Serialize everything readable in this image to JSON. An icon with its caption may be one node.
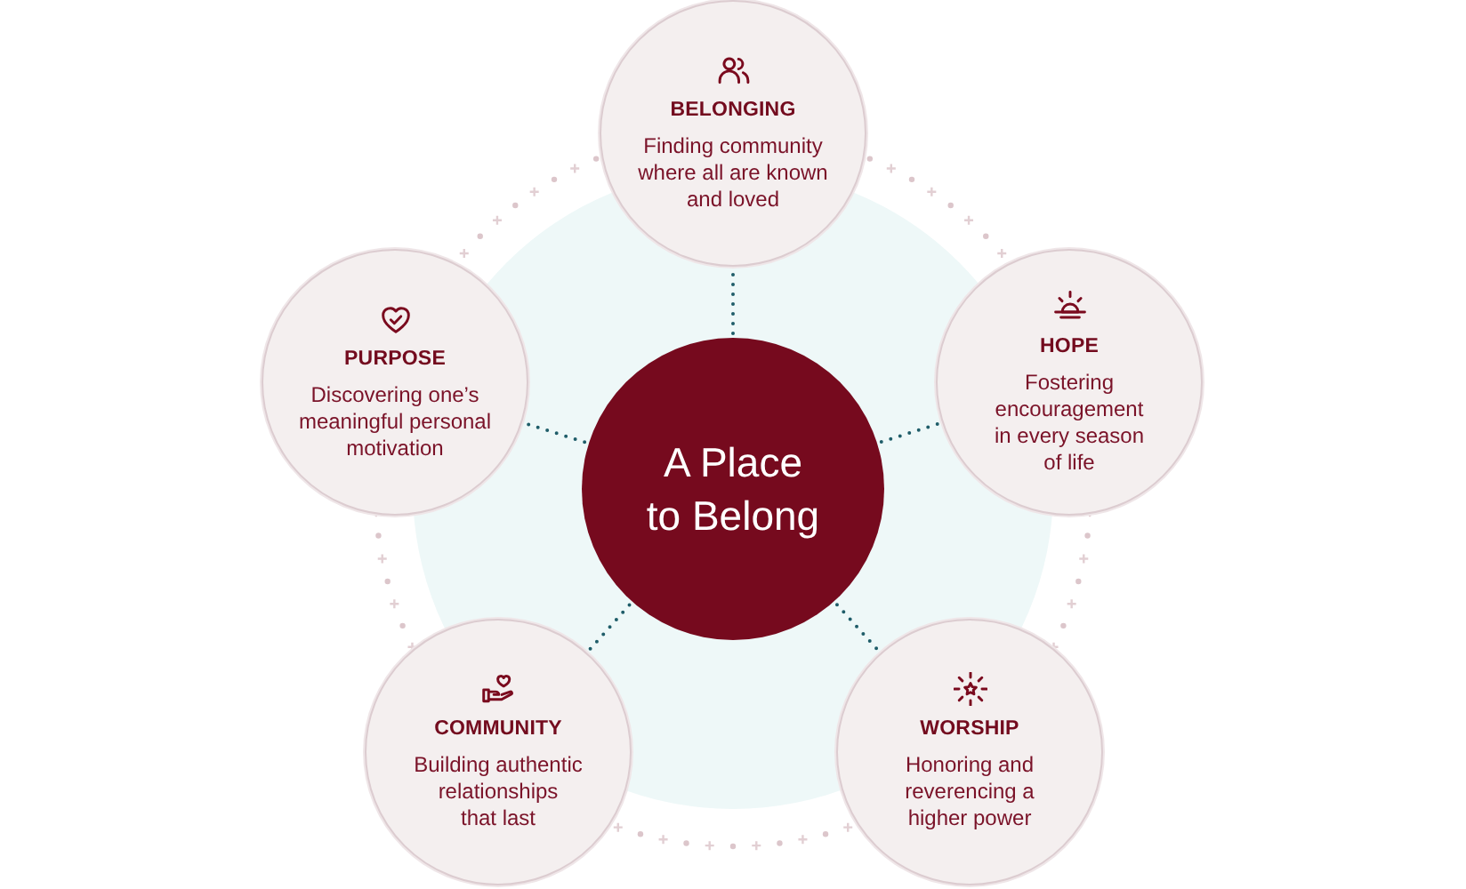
{
  "diagram": {
    "nodes": [
      {
        "text": [
          "BELONGING",
          "Finding community where all are known and loved"
        ]
      },
      {
        "text": [
          "PURPOSE",
          "Discovering one’s meaningful personal motivation"
        ]
      },
      {
        "text": [
          "HOPE",
          "Fostering encouragement in every season of life"
        ]
      },
      {
        "text": [
          "A Place to Belong"
        ]
      },
      {
        "text": [
          "COMMUNITY",
          "Building authentic relationships that last"
        ]
      },
      {
        "text": [
          "WORSHIP",
          "Honoring and reverencing a higher power"
        ]
      }
    ],
    "edges": [
      {
        "from": 3,
        "to": 0,
        "arrow": "none"
      },
      {
        "from": 3,
        "to": 1,
        "arrow": "none"
      },
      {
        "from": 3,
        "to": 2,
        "arrow": "none"
      },
      {
        "from": 3,
        "to": 4,
        "arrow": "none"
      },
      {
        "from": 3,
        "to": 5,
        "arrow": "none"
      }
    ]
  }
}
